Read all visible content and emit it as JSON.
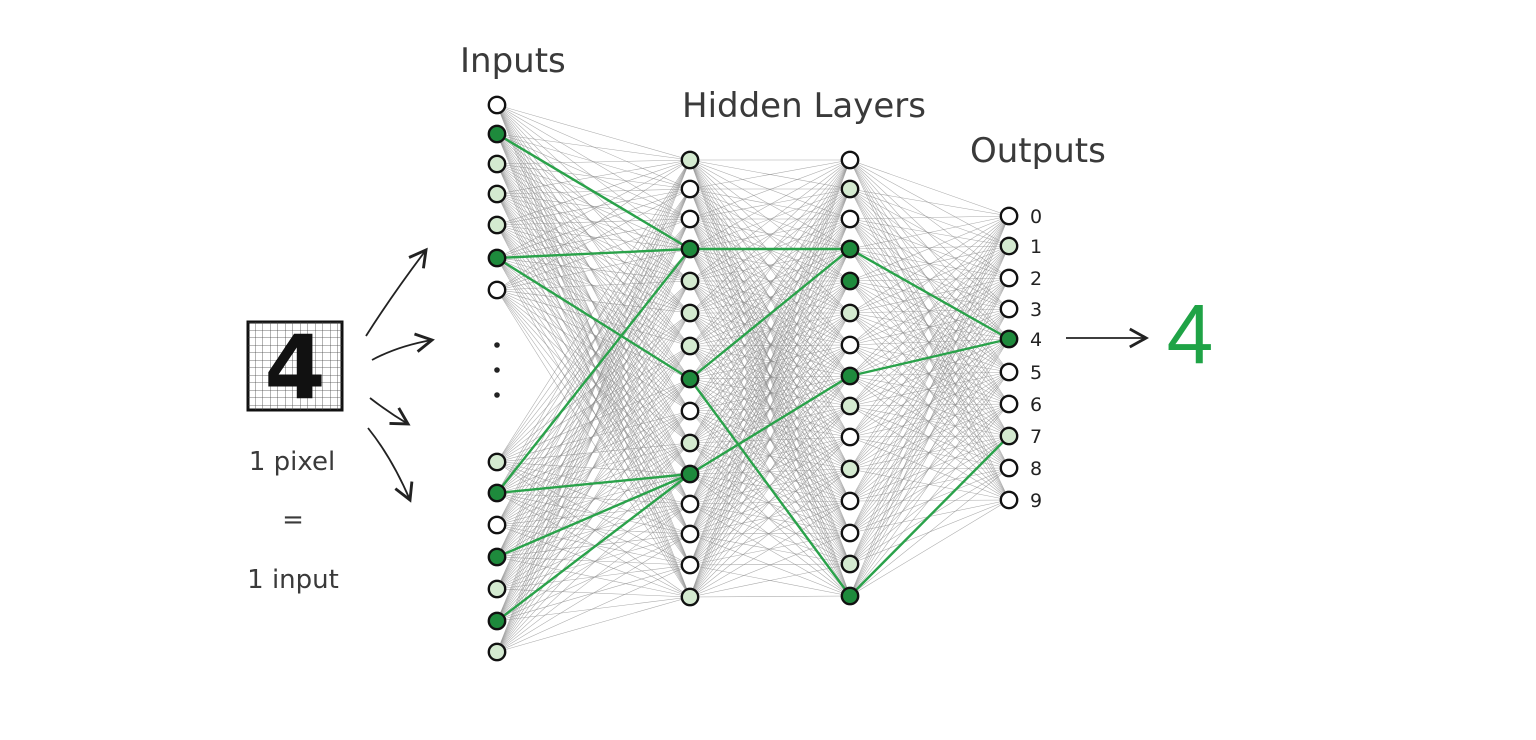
{
  "labels": {
    "inputs": "Inputs",
    "hidden": "Hidden Layers",
    "outputs": "Outputs",
    "pixel": "1 pixel",
    "equals": "=",
    "input": "1 input",
    "result": "4"
  },
  "image_digit": "4",
  "output_digits": [
    "0",
    "1",
    "2",
    "3",
    "4",
    "5",
    "6",
    "7",
    "8",
    "9"
  ],
  "colors": {
    "active": "#1e8a3c",
    "light": "#d4ead0",
    "empty": "#ffffff",
    "edge": "#8c8c8c",
    "highlight": "#2aa24a",
    "result": "#1fa346"
  },
  "layers": {
    "input": {
      "states": [
        "empty",
        "active",
        "light",
        "light",
        "light",
        "active",
        "empty",
        "light",
        "active",
        "empty",
        "active",
        "light",
        "active",
        "light"
      ]
    },
    "hidden1": {
      "states": [
        "light",
        "empty",
        "empty",
        "active",
        "light",
        "light",
        "light",
        "active",
        "empty",
        "light",
        "active",
        "empty",
        "empty",
        "empty",
        "light"
      ]
    },
    "hidden2": {
      "states": [
        "empty",
        "light",
        "empty",
        "active",
        "active",
        "light",
        "empty",
        "active",
        "light",
        "empty",
        "light",
        "empty",
        "empty",
        "light",
        "active"
      ]
    },
    "output": {
      "states": [
        "empty",
        "light",
        "empty",
        "empty",
        "active",
        "empty",
        "empty",
        "light",
        "empty",
        "empty"
      ]
    }
  },
  "highlight_paths": [
    [
      "input",
      1,
      "hidden1",
      3
    ],
    [
      "input",
      5,
      "hidden1",
      3
    ],
    [
      "input",
      5,
      "hidden1",
      7
    ],
    [
      "input",
      8,
      "hidden1",
      3
    ],
    [
      "input",
      8,
      "hidden1",
      10
    ],
    [
      "input",
      10,
      "hidden1",
      10
    ],
    [
      "input",
      12,
      "hidden1",
      10
    ],
    [
      "hidden1",
      3,
      "hidden2",
      3
    ],
    [
      "hidden1",
      7,
      "hidden2",
      3
    ],
    [
      "hidden1",
      7,
      "hidden2",
      14
    ],
    [
      "hidden1",
      10,
      "hidden2",
      7
    ],
    [
      "hidden2",
      3,
      "output",
      4
    ],
    [
      "hidden2",
      7,
      "output",
      4
    ],
    [
      "hidden2",
      14,
      "output",
      7
    ]
  ]
}
